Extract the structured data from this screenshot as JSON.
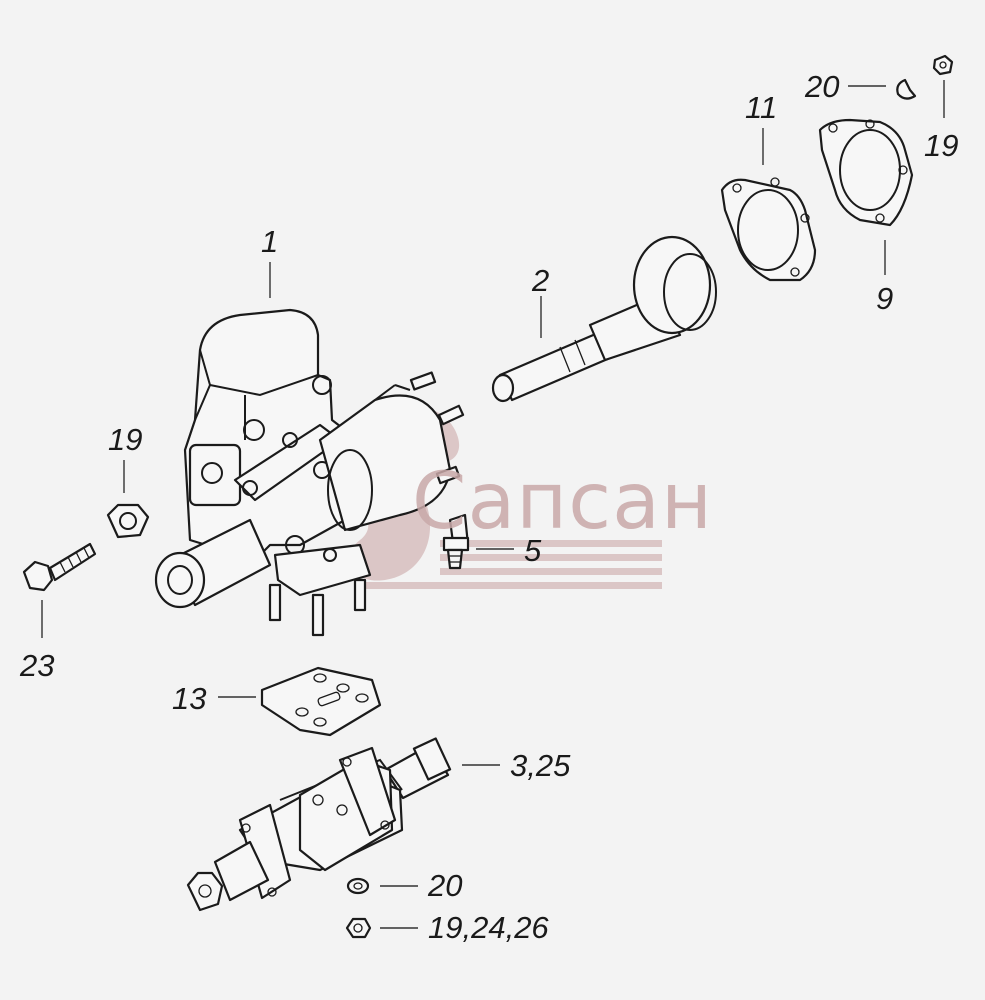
{
  "watermark": {
    "text": "Сапсан",
    "color": "#c9a9a9"
  },
  "callouts": [
    {
      "id": "c1",
      "text": "1"
    },
    {
      "id": "c2",
      "text": "2"
    },
    {
      "id": "c3",
      "text": "3,25"
    },
    {
      "id": "c5",
      "text": "5"
    },
    {
      "id": "c9",
      "text": "9"
    },
    {
      "id": "c11",
      "text": "11"
    },
    {
      "id": "c13",
      "text": "13"
    },
    {
      "id": "c19a",
      "text": "19"
    },
    {
      "id": "c19b",
      "text": "19"
    },
    {
      "id": "c19c",
      "text": "19,24,26"
    },
    {
      "id": "c20a",
      "text": "20"
    },
    {
      "id": "c20b",
      "text": "20"
    },
    {
      "id": "c23",
      "text": "23"
    }
  ],
  "parts": [
    "housing",
    "shaft",
    "valve-assembly",
    "fitting",
    "gasket",
    "gasket-plate",
    "plate-gasket",
    "nut",
    "washer",
    "bolt"
  ]
}
